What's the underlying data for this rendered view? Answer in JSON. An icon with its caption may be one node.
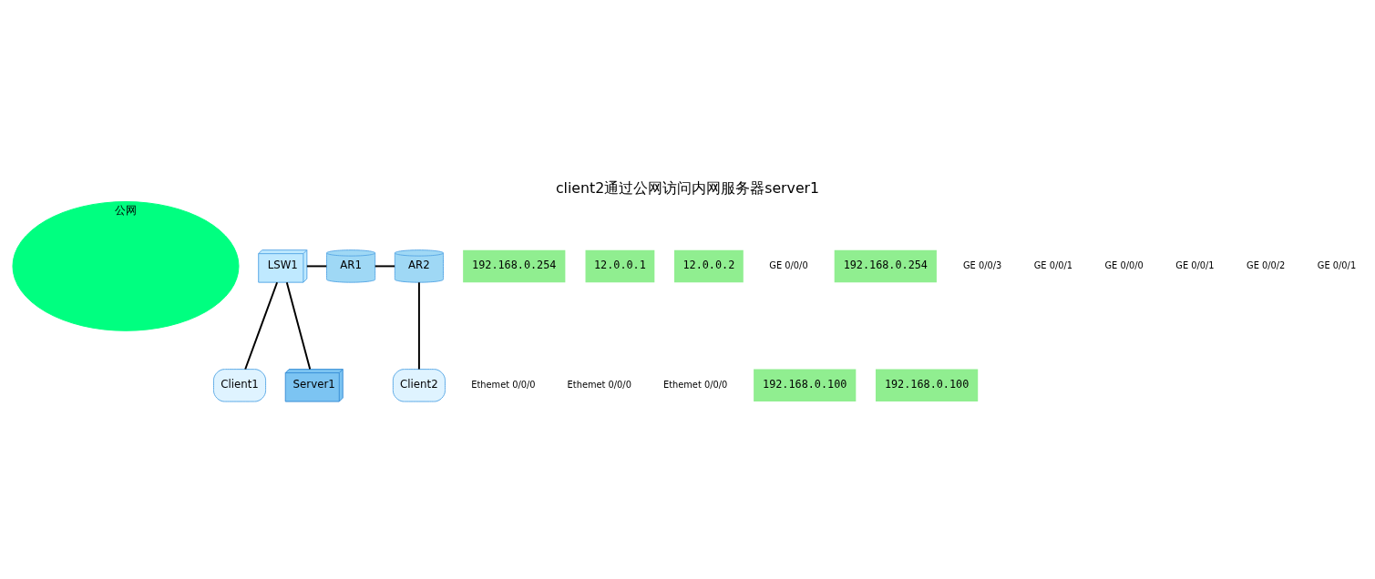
{
  "diagram": {
    "title": "client2通过公网访问内网服务器server1",
    "nodes": [
      {
        "text": [
          "公网"
        ]
      },
      {
        "text": [
          "LSW1"
        ]
      },
      {
        "text": [
          "AR1"
        ]
      },
      {
        "text": [
          "AR2"
        ]
      },
      {
        "text": [
          "Client1"
        ]
      },
      {
        "text": [
          "Server1"
        ]
      },
      {
        "text": [
          "Client2"
        ]
      }
    ],
    "edges": [
      {
        "from": 1,
        "to": 2,
        "arrow": "none"
      },
      {
        "from": 2,
        "to": 3,
        "arrow": "none"
      },
      {
        "from": 3,
        "to": 6,
        "arrow": "none"
      },
      {
        "from": 1,
        "to": 4,
        "arrow": "none"
      },
      {
        "from": 1,
        "to": 5,
        "arrow": "none"
      }
    ],
    "labels": [
      "192.168.0.254",
      "12.0.0.1",
      "12.0.0.2",
      "GE 0/0/0",
      "192.168.0.254",
      "GE 0/0/3",
      "GE 0/0/1",
      "GE 0/0/0",
      "GE 0/0/1",
      "GE 0/0/2",
      "GE 0/0/1",
      "Ethemet 0/0/0",
      "Ethemet 0/0/0",
      "Ethemet 0/0/0",
      "192.168.0.100",
      "192.168.0.100"
    ]
  }
}
